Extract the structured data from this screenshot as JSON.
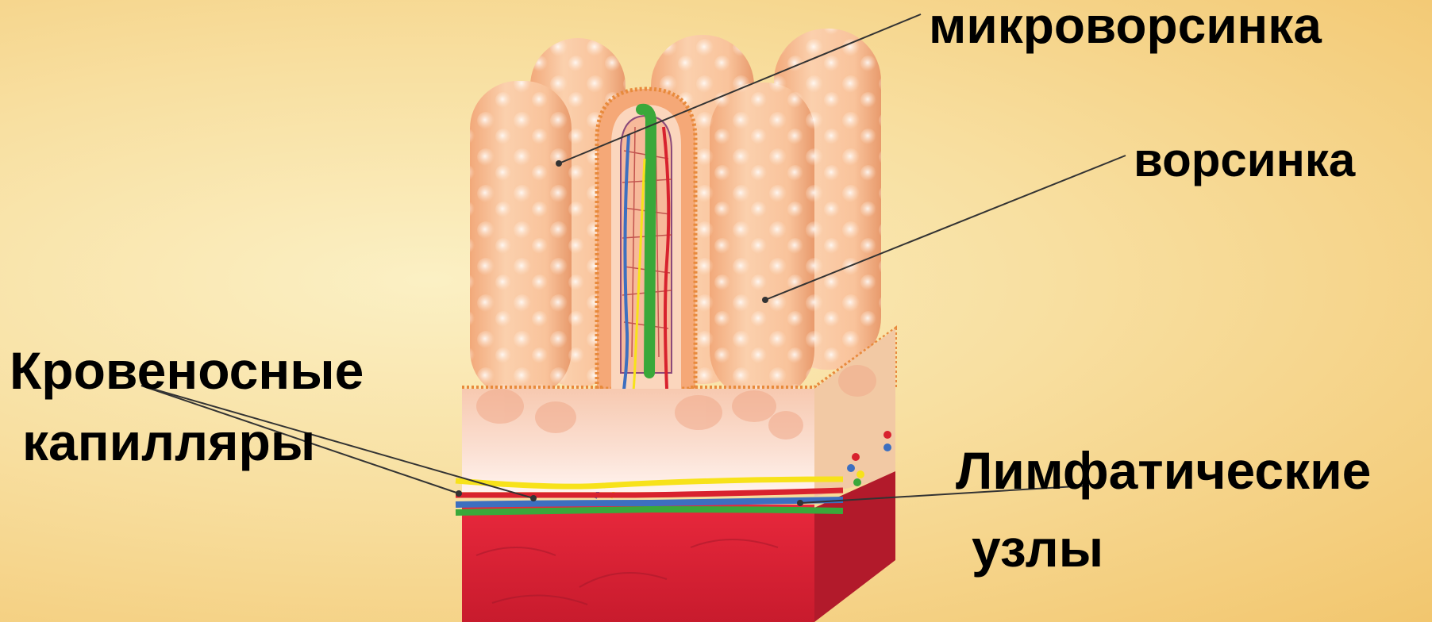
{
  "labels": {
    "microvillus": "микроворсинка",
    "villus": "ворсинка",
    "blood_capillaries_line1": "Кровеносные",
    "blood_capillaries_line2": "капилляры",
    "lymph_nodes_line1": "Лимфатические",
    "lymph_nodes_line2": "узлы"
  },
  "colors": {
    "villus": "#f9c39b",
    "villus_bubble": "#fde4cf",
    "muscle": "#e2263a",
    "muscle_dark": "#b21a2b",
    "artery": "#d8222e",
    "vein": "#3d6fc0",
    "lymph": "#3aa83a",
    "nerve": "#f7e21a",
    "leader_line": "#333333"
  }
}
